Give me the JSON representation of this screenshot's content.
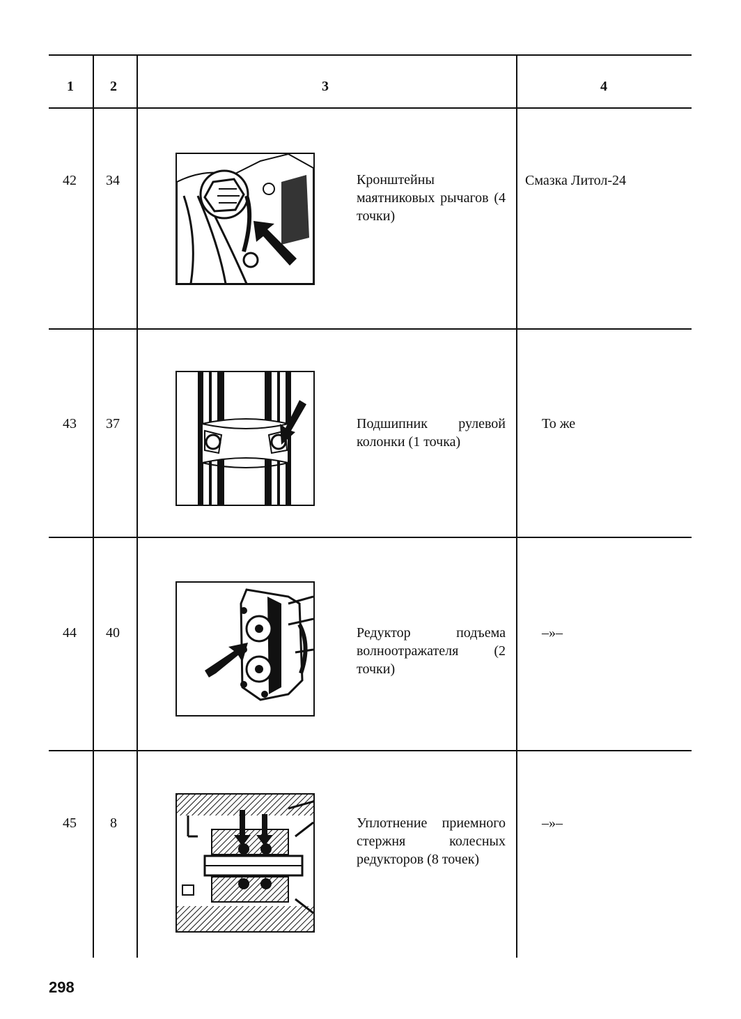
{
  "table": {
    "headers": [
      "1",
      "2",
      "3",
      "4"
    ],
    "rows": [
      {
        "n1": "42",
        "n2": "34",
        "item": "Кронштейны маятниковых рычагов (4 точки)",
        "lubricant": "Смазка Литол-24",
        "figure": "pendulum-arm-bracket-figure"
      },
      {
        "n1": "43",
        "n2": "37",
        "item": "Подшипник рулевой колонки (1 точка)",
        "lubricant": "То же",
        "figure": "steering-column-bearing-figure"
      },
      {
        "n1": "44",
        "n2": "40",
        "item": "Редуктор подъема волноотражателя (2 точки)",
        "lubricant": "–»–",
        "figure": "wave-deflector-gearbox-figure"
      },
      {
        "n1": "45",
        "n2": "8",
        "item": "Уплотнение приемного стержня колесных редукторов (8 точек)",
        "lubricant": "–»–",
        "figure": "wheel-reducer-seal-figure"
      }
    ]
  },
  "page_number": "298"
}
